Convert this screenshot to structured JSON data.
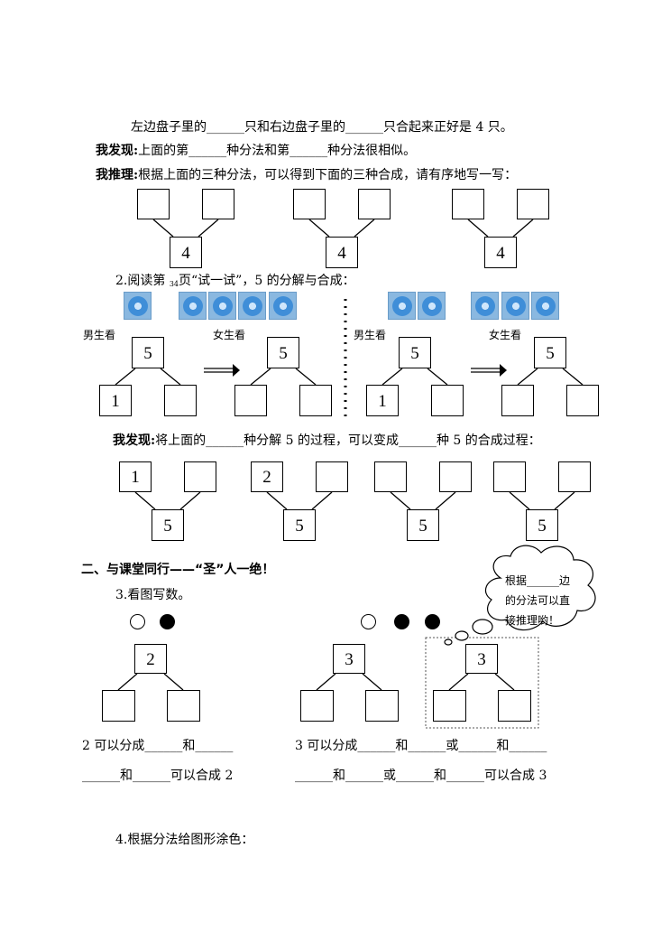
{
  "intro_line": "左边盘子里的______只和右边盘子里的______只合起来正好是 4 只。",
  "discover1": {
    "label": "我发现:",
    "text": "上面的第______种分法和第______种分法很相似。"
  },
  "reason": {
    "label": "我推理:",
    "text": "根据上面的三种分法，可以得到下面的三种合成，请有序地写一写："
  },
  "compose4": {
    "totals": [
      "4",
      "4",
      "4"
    ]
  },
  "q2": {
    "prefix": "2.阅读第 ",
    "page": "34",
    "suffix": "页“试一试”，5 的分解与合成："
  },
  "boys_label": "男生看",
  "girls_label": "女生看",
  "split5": {
    "left_top": "5",
    "left_first": "1",
    "right_top": "5",
    "right_first": "1",
    "compose_left_top": "5",
    "compose_right_top": "5",
    "arrow_icon": "double-arrow-icon"
  },
  "discover2": {
    "label": "我发现:",
    "text": "将上面的______种分解 5 的过程，可以变成______种 5 的合成过程："
  },
  "compose5": {
    "firsts": [
      "1",
      "2",
      "",
      ""
    ],
    "totals": [
      "5",
      "5",
      "5",
      "5"
    ]
  },
  "section2": {
    "title": "二、与课堂同行——“圣”人一绝！"
  },
  "thought_bubble": {
    "line1": "根据______边",
    "line2": "的分法可以直",
    "line3": "接推理哟！"
  },
  "q3": {
    "title": "3.看图写数。",
    "box_left": "2",
    "box_mid": "3",
    "box_right": "3"
  },
  "fill": {
    "row1_left": "2 可以分成______和______",
    "row1_right": "3 可以分成______和______或______和______",
    "row2_left": "______和______可以合成 2",
    "row2_right": "______和______或______和______可以合成 3"
  },
  "q4": {
    "title": "4.根据分法给图形涂色："
  }
}
